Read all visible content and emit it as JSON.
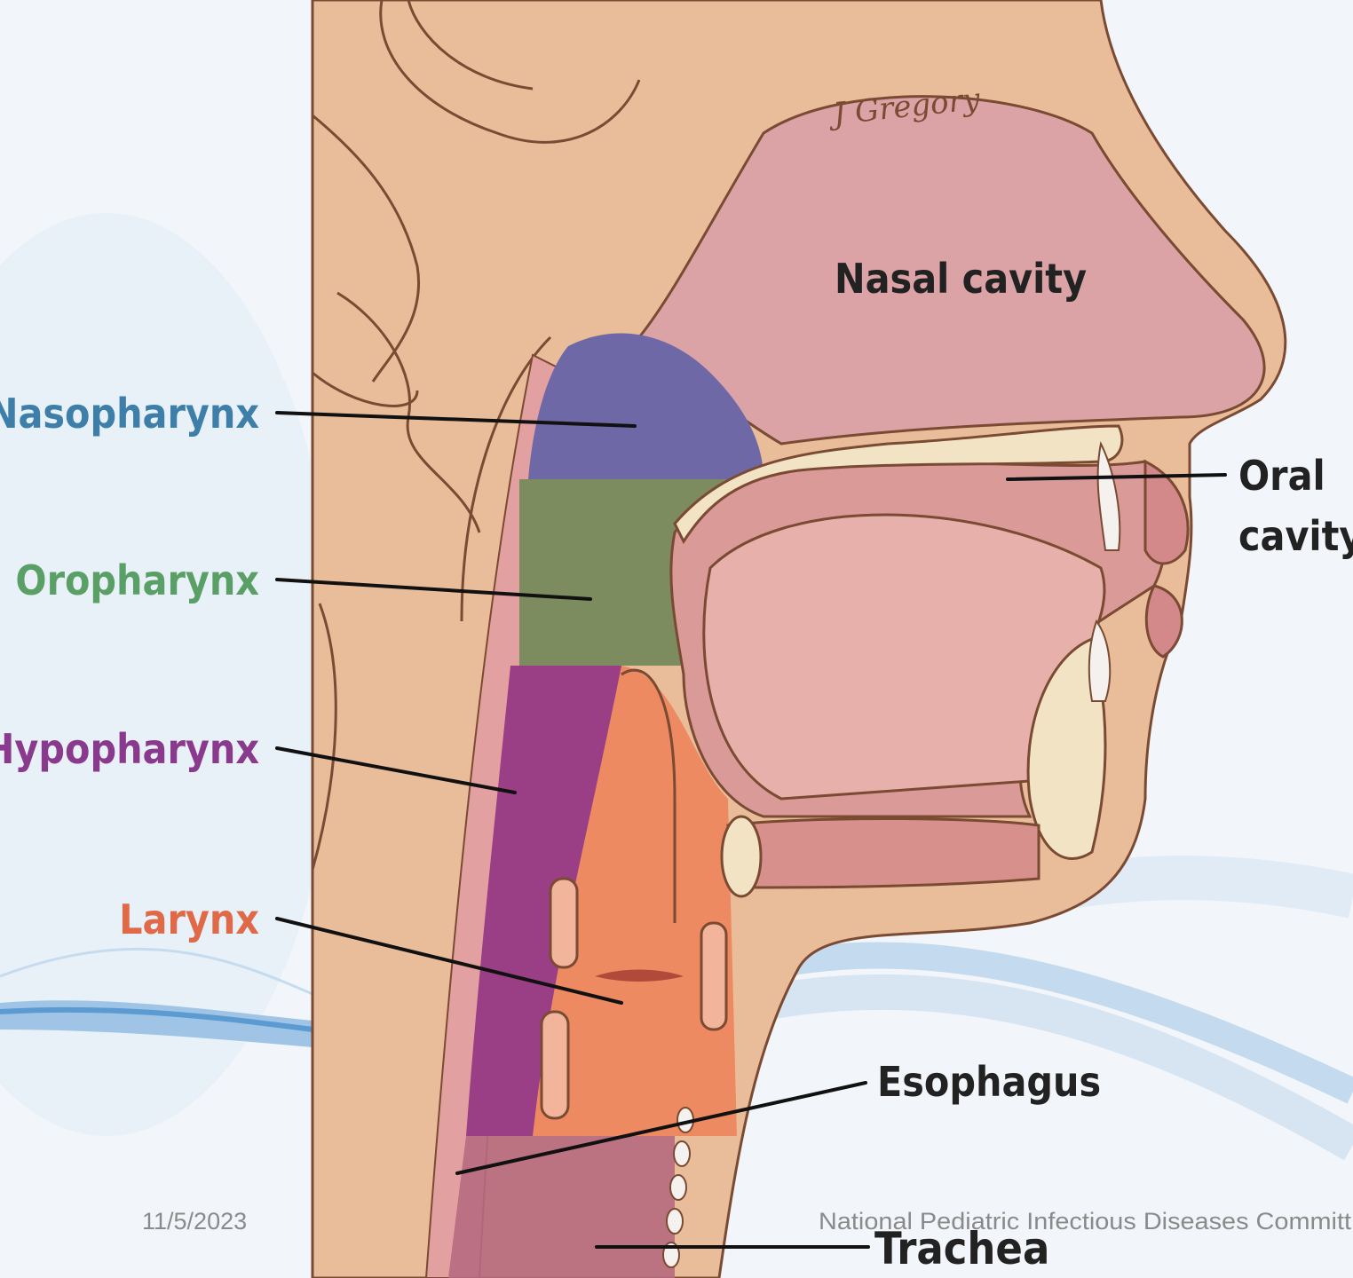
{
  "diagram": {
    "artist_signature": "J Gregory",
    "structures": {
      "nasal_cavity": "Nasal cavity",
      "oral_cavity_line1": "Oral",
      "oral_cavity_line2": "cavity",
      "esophagus": "Esophagus",
      "trachea": "Trachea"
    },
    "pharynx_regions": [
      {
        "label": "Nasopharynx",
        "color": "#3d7fa8"
      },
      {
        "label": "Oropharynx",
        "color": "#5aa066"
      },
      {
        "label": "Hypopharynx",
        "color": "#8a3a8c"
      },
      {
        "label": "Larynx",
        "color": "#e06a47"
      }
    ],
    "region_fill_colors": {
      "nasopharynx": "#6f68a6",
      "oropharynx": "#7c8c5e",
      "hypopharynx": "#9a3e86",
      "larynx": "#ee8a62"
    }
  },
  "footer": {
    "date": "11/5/2023",
    "organization": "National Pediatric Infectious Diseases Committ"
  }
}
